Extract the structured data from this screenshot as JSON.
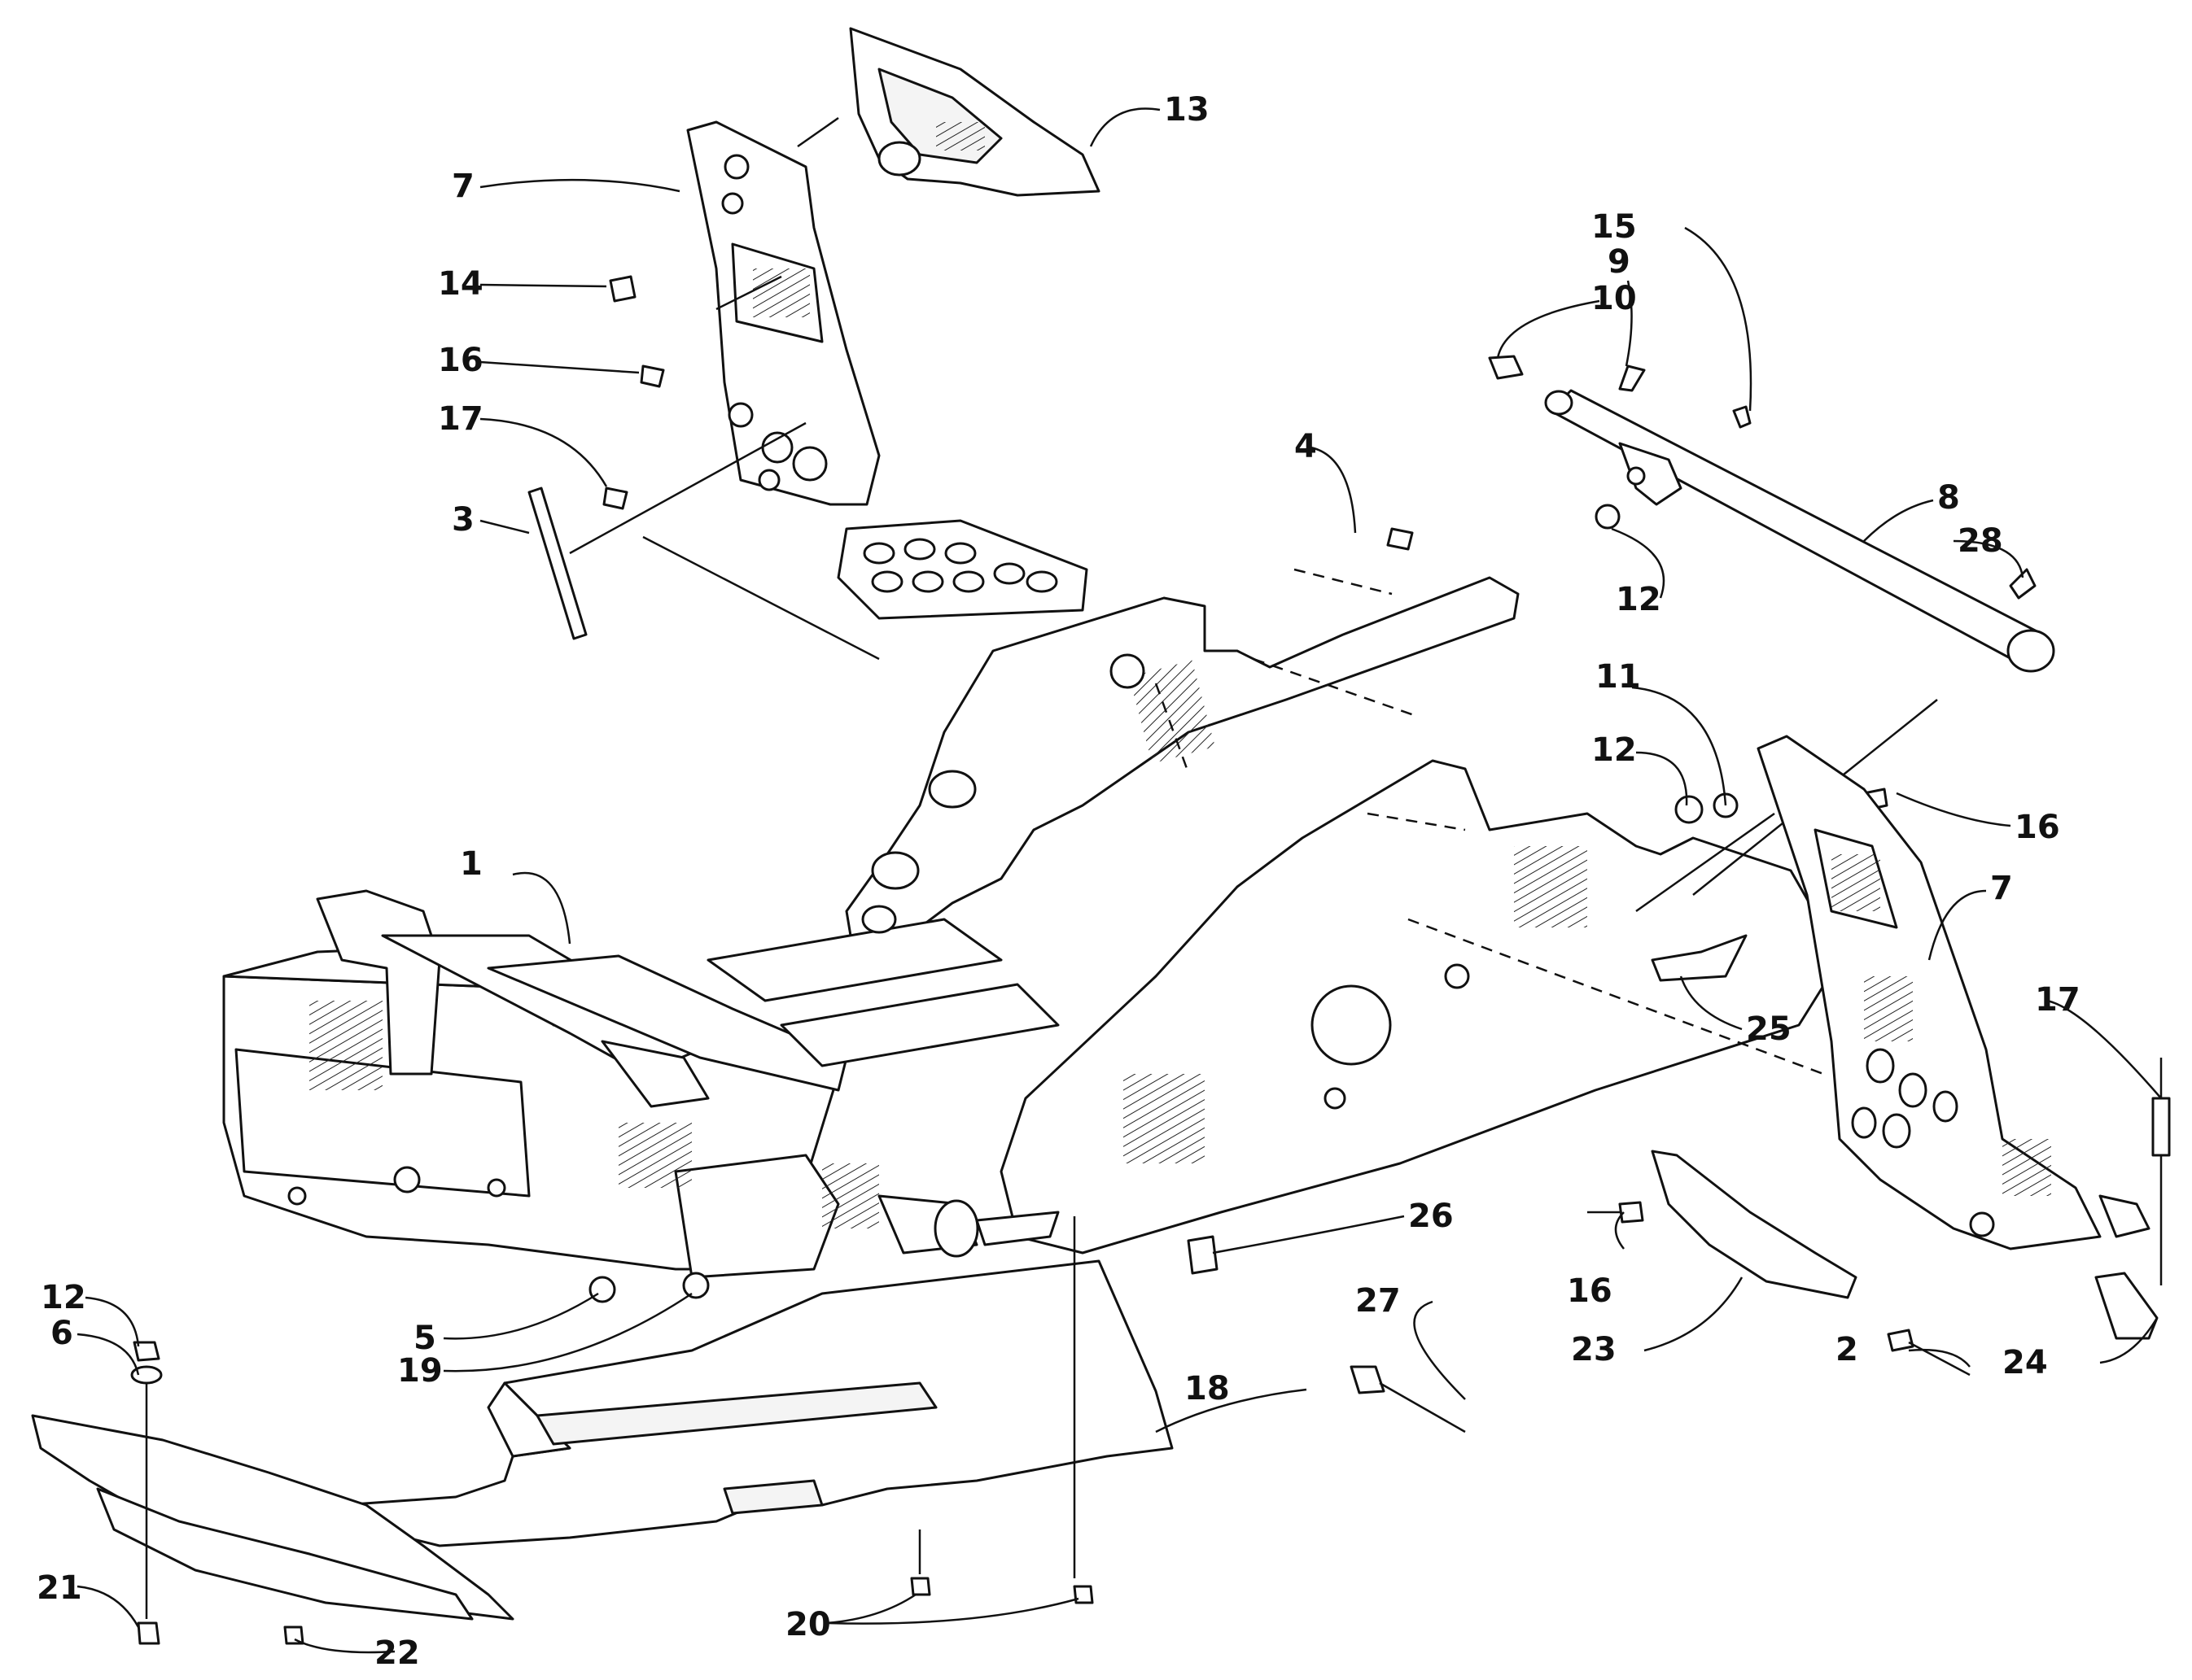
{
  "callouts": {
    "c1": "1",
    "c2": "2",
    "c3": "3",
    "c4": "4",
    "c5": "5",
    "c6": "6",
    "c7a": "7",
    "c7b": "7",
    "c8": "8",
    "c9": "9",
    "c10": "10",
    "c11": "11",
    "c12a": "12",
    "c12b": "12",
    "c12c": "12",
    "c13": "13",
    "c14": "14",
    "c15": "15",
    "c16a": "16",
    "c16b": "16",
    "c16c": "16",
    "c17a": "17",
    "c17b": "17",
    "c18": "18",
    "c19": "19",
    "c20": "20",
    "c21": "21",
    "c22": "22",
    "c23": "23",
    "c24": "24",
    "c25": "25",
    "c26": "26",
    "c27": "27",
    "c28": "28"
  }
}
